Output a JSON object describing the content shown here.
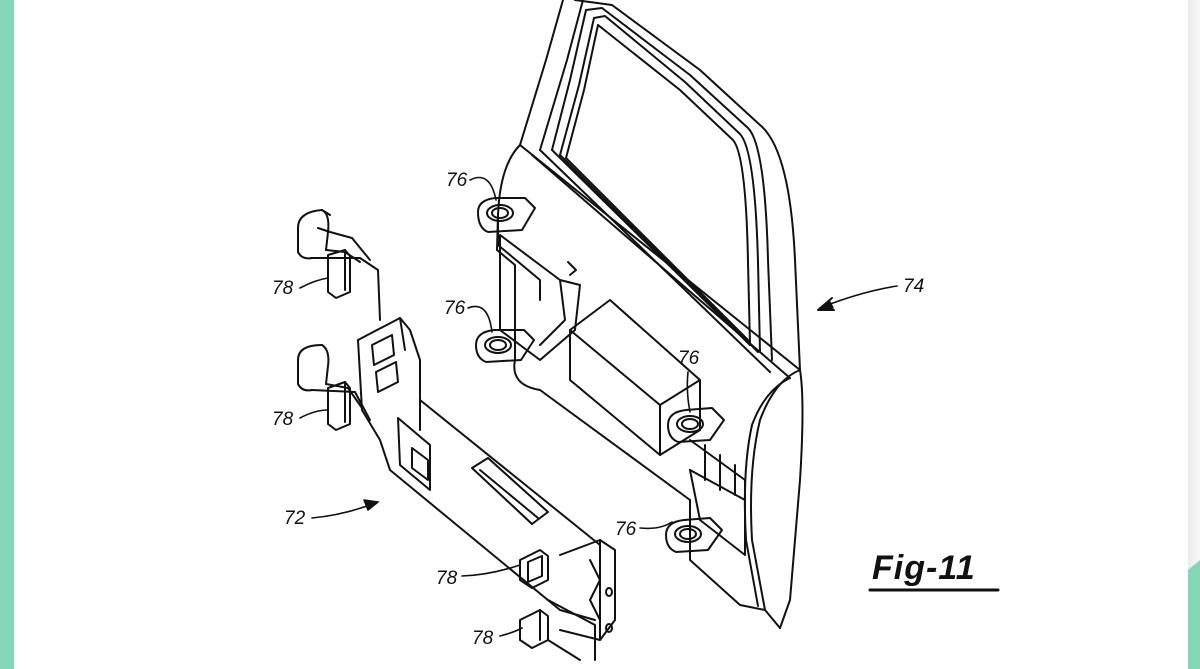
{
  "figure": {
    "caption": "Fig-11",
    "labels": {
      "door": "74",
      "bracket": "72",
      "tab_upper_left": "76",
      "tab_mid_left": "76",
      "tab_mid_right": "76",
      "tab_lower": "76",
      "clip_upper_left": "78",
      "clip_mid_left": "78",
      "clip_lower_1": "78",
      "clip_lower_2": "78"
    }
  },
  "colors": {
    "left_strip": "#85d6b7",
    "corner_tab": "#85d6b7",
    "line": "#111111"
  }
}
